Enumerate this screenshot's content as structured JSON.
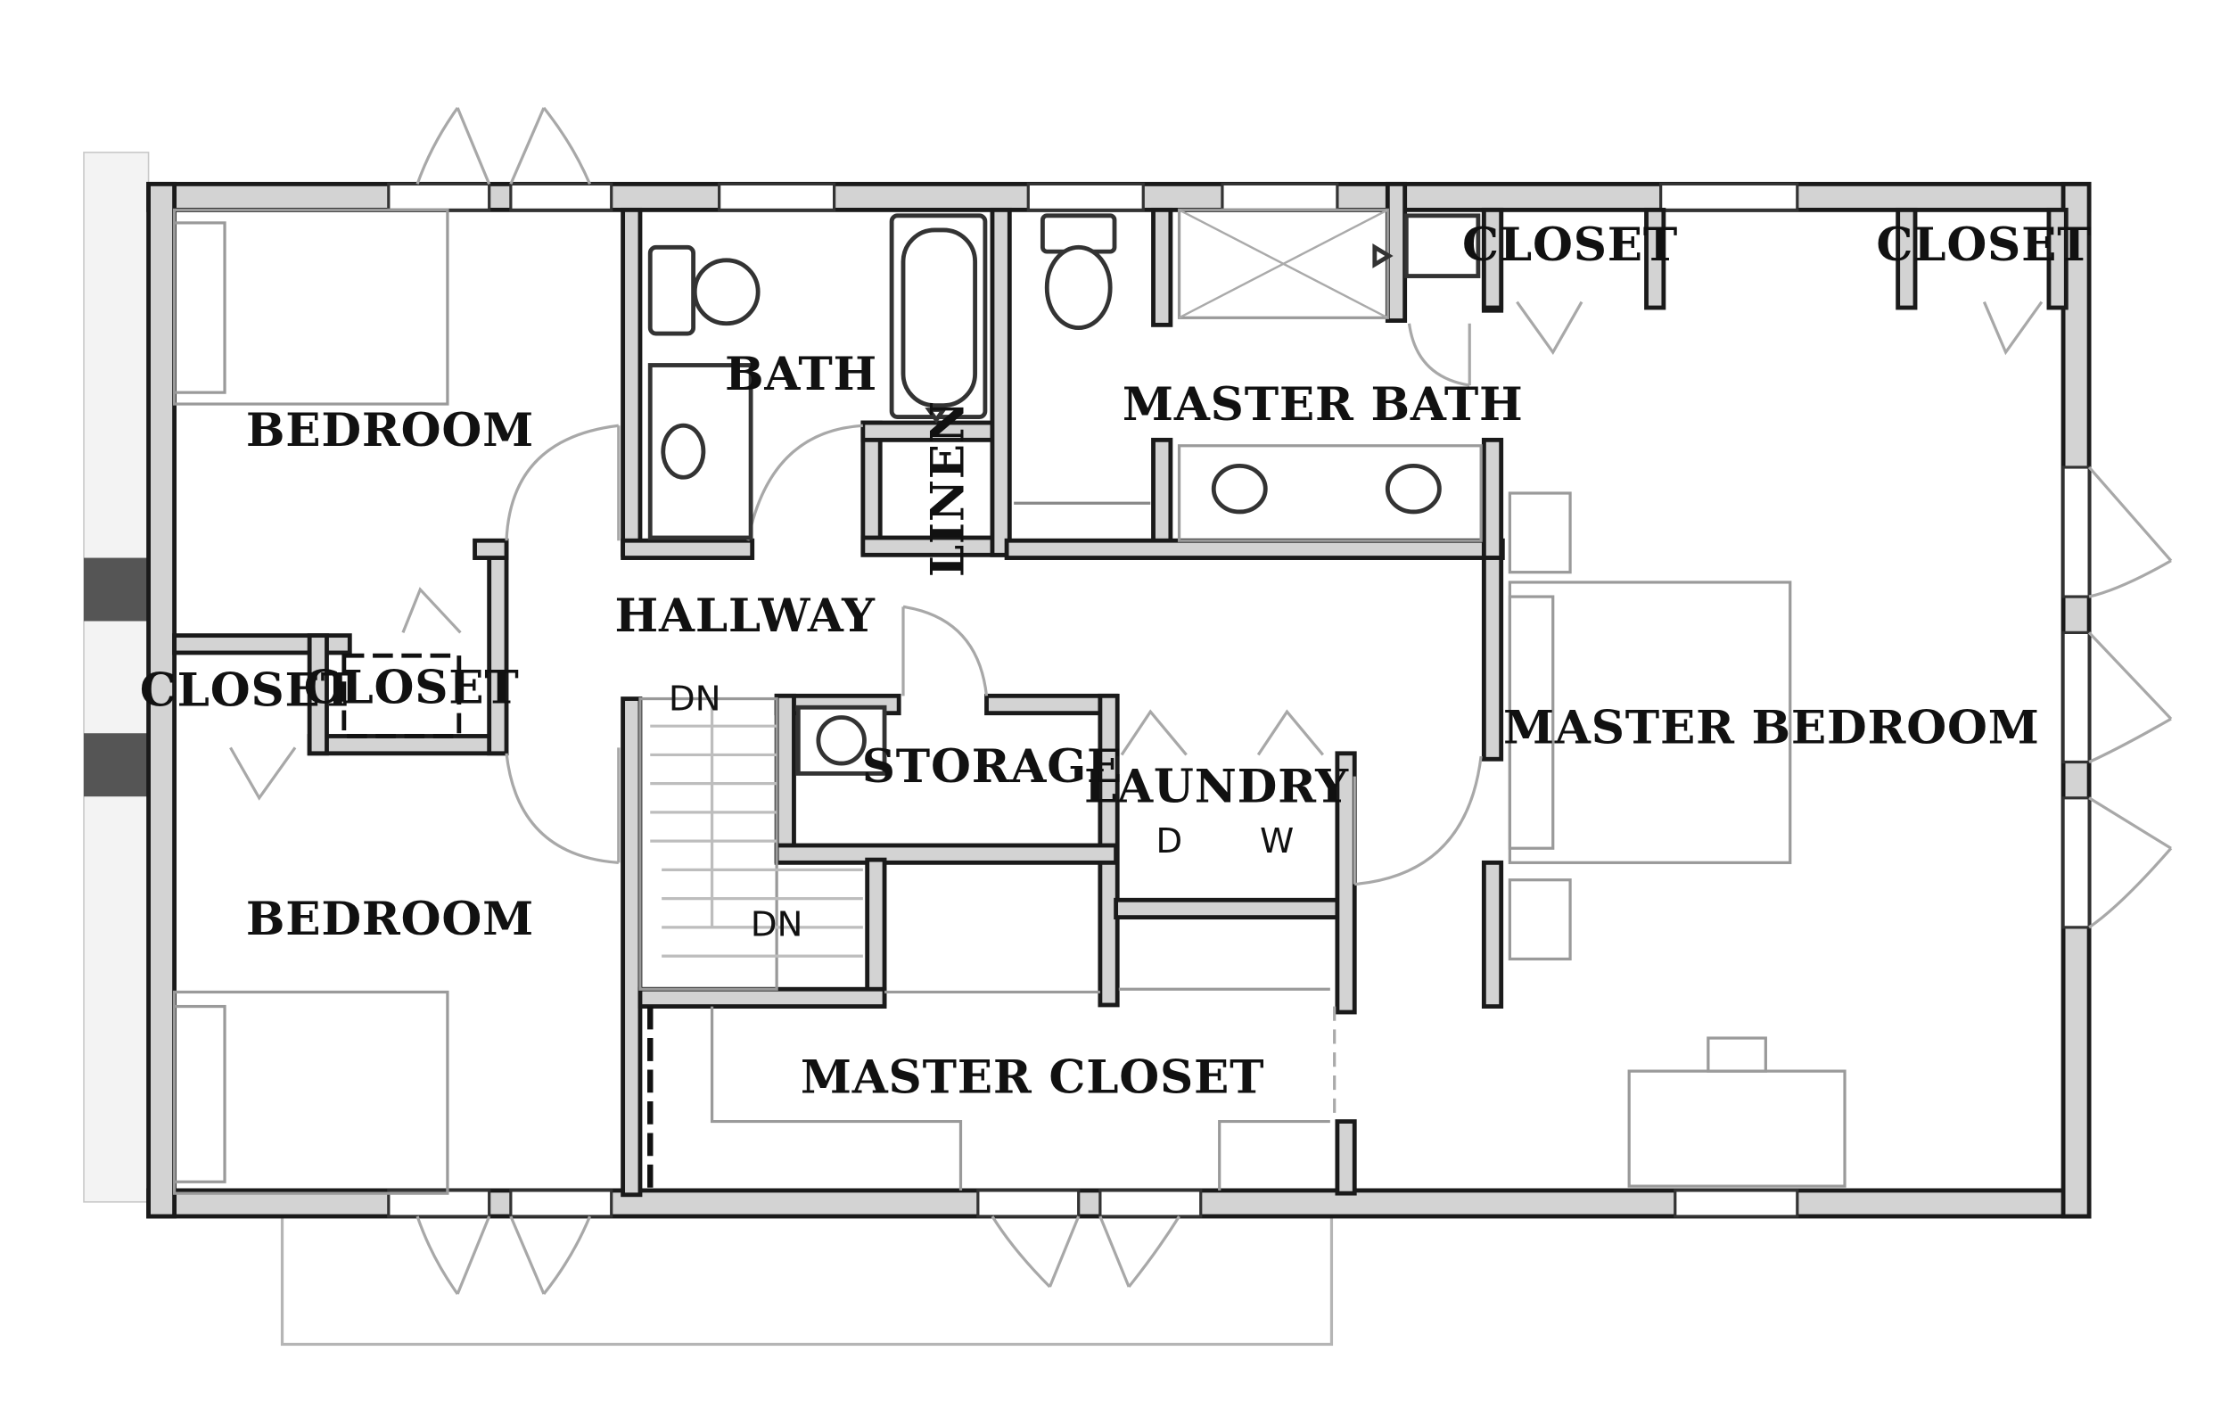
{
  "rooms": {
    "bedroom_top": "BEDROOM",
    "bedroom_bottom": "BEDROOM",
    "closet_left_a": "CLOSET",
    "closet_left_b": "CLOSET",
    "bath": "BATH",
    "linen": "LINEN",
    "hallway": "HALLWAY",
    "storage": "STORAGE",
    "laundry": "LAUNDRY",
    "master_bath": "MASTER BATH",
    "master_closet": "MASTER CLOSET",
    "master_bedroom": "MASTER BEDROOM",
    "closet_master_a": "CLOSET",
    "closet_master_b": "CLOSET"
  },
  "appliances": {
    "dryer": "D",
    "washer": "W"
  },
  "stairs": {
    "upper_dn": "DN",
    "lower_dn": "DN"
  },
  "colors": {
    "wall_fill": "#d3d3d3",
    "wall_stroke": "#1a1a1a",
    "fixture_line": "#a8a8a8"
  }
}
